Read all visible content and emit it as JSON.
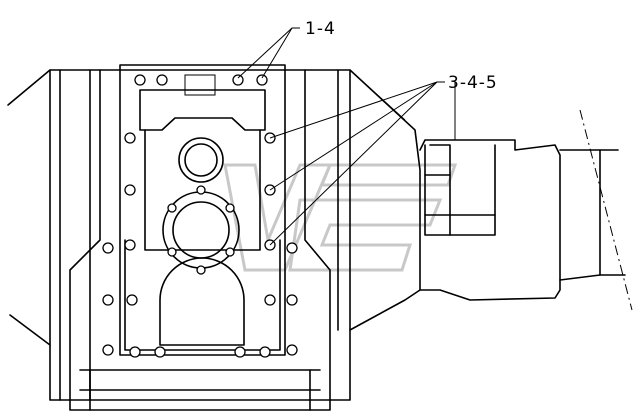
{
  "callouts": {
    "top": "1-4",
    "right": "3-4-5"
  },
  "colors": {
    "line": "#000000",
    "watermark": "#c8c8c8",
    "background": "#ffffff"
  },
  "watermark": {
    "icon": "brand-logo-watermark"
  }
}
